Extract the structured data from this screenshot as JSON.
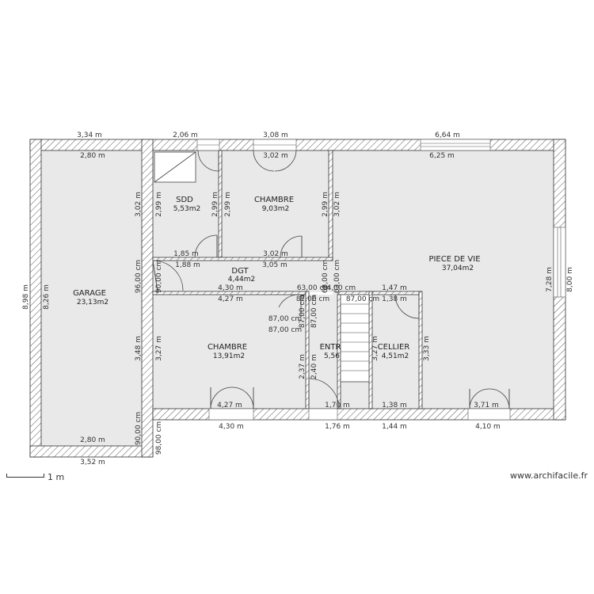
{
  "rooms": {
    "garage": {
      "name": "GARAGE",
      "area": "23,13m2"
    },
    "sdd": {
      "name": "SDD",
      "area": "5,53m2"
    },
    "chambre1": {
      "name": "CHAMBRE",
      "area": "9,03m2"
    },
    "dgt": {
      "name": "DGT",
      "area": "4,44m2"
    },
    "piece_de_vie": {
      "name": "PIECE DE VIE",
      "area": "37,04m2"
    },
    "chambre2": {
      "name": "CHAMBRE",
      "area": "13,91m2"
    },
    "entree": {
      "name": "ENTR",
      "area": "5,56"
    },
    "cellier": {
      "name": "CELLIER",
      "area": "4,51m2"
    }
  },
  "dimensions": {
    "top_ext_garage": "3,34 m",
    "top_ext_sdd": "2,06 m",
    "top_ext_chambre": "3,08 m",
    "top_ext_vie": "6,64 m",
    "top_int_garage": "2,80 m",
    "top_int_chambre": "3,02 m",
    "top_int_vie": "6,25 m",
    "garage_height_ext": "8,98 m",
    "garage_height_int": "8,26 m",
    "garage_bottom_int": "2,80 m",
    "garage_bottom_ext": "3,52 m",
    "sdd_left": "3,02 m",
    "sdd_right": "2,99 m",
    "sdd_bottom": "1,85 m",
    "chambre1_left": "2,99 m",
    "chambre1_right": "2,99 m",
    "chambre1_right2": "3,02 m",
    "chambre1_bottom": "3,02 m",
    "dgt_top_left": "1,88 m",
    "dgt_top_right": "3,05 m",
    "dgt_width": "4,30 m",
    "dgt_bottom": "4,27 m",
    "dgt_left_a": "96,00 cm",
    "dgt_left_b": "90,00 cm",
    "dgt_right": "63,00 cm",
    "stair_a": "63,00 cm",
    "stair_b": "64,00 cm",
    "stair_c": "87,00 cm",
    "stair_d": "87,00 cm",
    "stair_e": "1,47 m",
    "stair_f": "87,00 cm",
    "stair_g": "1,38 m",
    "entree_post_a": "87,00 cm",
    "entree_post_b": "87,00 cm",
    "chambre2_left": "3,27 m",
    "chambre2_left_ext": "3,48 m",
    "chambre2_bottom_int": "4,27 m",
    "chambre2_bottom_ext": "4,30 m",
    "entree_left": "2,37 m",
    "entree_right": "2,40 m",
    "entree_bottom_int": "1,70 m",
    "entree_bottom_ext": "1,76 m",
    "cellier_left": "3,27 m",
    "cellier_right": "3,33 m",
    "cellier_bottom_int": "1,38 m",
    "cellier_bottom_ext": "1,44 m",
    "vie_right_int": "7,28 m",
    "vie_right_ext": "8,00 m",
    "vie_bottom_int": "3,71 m",
    "vie_bottom_ext": "4,10 m",
    "garage_step_a": "90,00 cm",
    "garage_step_b": "98,00 cm"
  },
  "scale": {
    "label": "1 m"
  },
  "watermark": "www.archifacile.fr"
}
